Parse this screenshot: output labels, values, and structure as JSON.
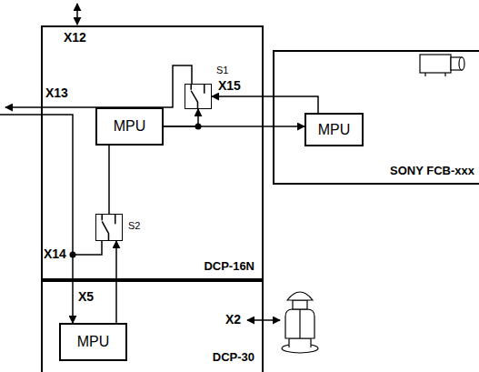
{
  "diagram": {
    "nodes": [
      {
        "text": [
          "DCP-16N"
        ]
      },
      {
        "text": [
          "S1"
        ],
        "in": 0
      },
      {
        "text": [
          "MPU"
        ],
        "in": 0
      },
      {
        "text": [
          "S2"
        ],
        "in": 0
      },
      {
        "text": [
          "SONY FCB-xxx"
        ]
      },
      {
        "text": [
          "MPU"
        ],
        "in": 4
      },
      {
        "text": [
          "DCP-30"
        ]
      },
      {
        "text": [
          "MPU"
        ],
        "in": 6
      }
    ],
    "edges": [
      {
        "from": 2,
        "to": 5,
        "arrow": "to"
      },
      {
        "from": 2,
        "to": 1,
        "arrow": "to"
      },
      {
        "from": 5,
        "to": 1,
        "arrow": "to"
      },
      {
        "from": 2,
        "to": 3,
        "arrow": "none"
      },
      {
        "from": 3,
        "to": 7,
        "arrow": "to"
      },
      {
        "from": 7,
        "to": 3,
        "arrow": "to"
      }
    ],
    "labels": [
      "X12",
      "X13",
      "X15",
      "X14",
      "X5",
      "X2"
    ]
  }
}
